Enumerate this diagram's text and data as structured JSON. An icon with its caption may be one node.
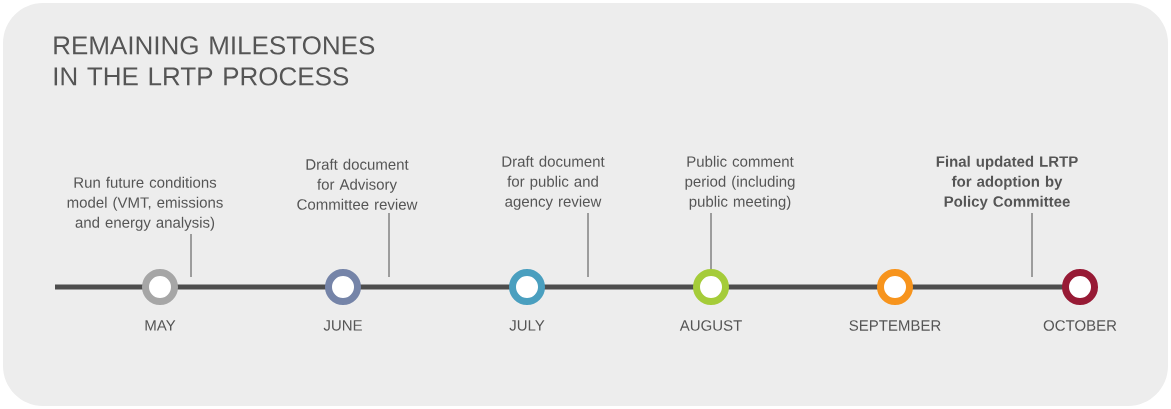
{
  "diagram": {
    "title": "REMAINING MILESTONES IN THE LRTP PROCESS",
    "nodes": [
      {
        "text": [
          "Run future conditions model (VMT, emissions and energy analysis)"
        ]
      },
      {
        "text": [
          "Draft document for Advisory Committee review"
        ]
      },
      {
        "text": [
          "Draft document for public and agency review"
        ]
      },
      {
        "text": [
          "Public comment period (including public meeting)"
        ]
      },
      {
        "text": [
          "Final updated LRTP for adoption by Policy Committee"
        ]
      },
      {
        "text": [],
        "shape": "circle",
        "beside": [
          "MAY"
        ]
      },
      {
        "text": [],
        "shape": "circle",
        "beside": [
          "JUNE"
        ]
      },
      {
        "text": [],
        "shape": "circle",
        "beside": [
          "JULY"
        ]
      },
      {
        "text": [],
        "shape": "circle",
        "beside": [
          "AUGUST"
        ]
      },
      {
        "text": [],
        "shape": "circle",
        "beside": [
          "SEPTEMBER"
        ]
      },
      {
        "text": [],
        "shape": "circle",
        "beside": [
          "OCTOBER"
        ]
      }
    ],
    "edges": [
      {
        "from": 0,
        "to": null,
        "arrow": "none"
      },
      {
        "from": 1,
        "to": null,
        "arrow": "none"
      },
      {
        "from": 2,
        "to": null,
        "arrow": "none"
      },
      {
        "from": 3,
        "to": 8,
        "arrow": "none"
      },
      {
        "from": 4,
        "to": null,
        "arrow": "none"
      }
    ]
  }
}
